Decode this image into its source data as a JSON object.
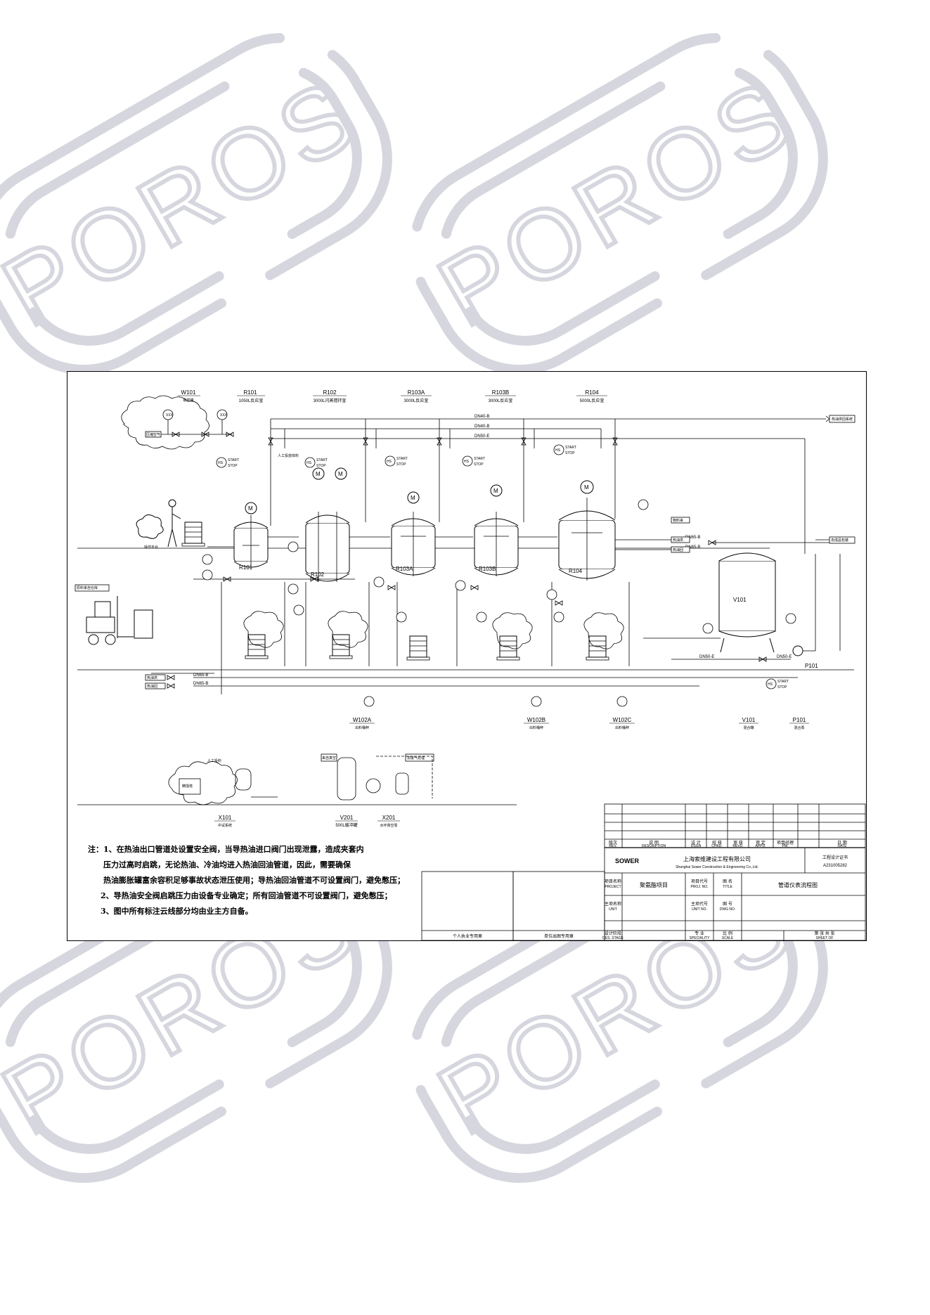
{
  "watermark": {
    "text": "POROS",
    "color": "#d2d2dc"
  },
  "equipment_headers": [
    {
      "tag": "W101",
      "desc": "取样桶"
    },
    {
      "tag": "R101",
      "desc": "1050L反应釜"
    },
    {
      "tag": "R102",
      "desc": "3000L闪蒸搅拌釜"
    },
    {
      "tag": "R103A",
      "desc": "3000L反应釜"
    },
    {
      "tag": "R103B",
      "desc": "3000L反应釜"
    },
    {
      "tag": "R104",
      "desc": "5000L反应釜"
    }
  ],
  "bottom_equipment": [
    {
      "tag": "W102A",
      "desc": "出料桶秤"
    },
    {
      "tag": "W102B",
      "desc": "出料桶秤"
    },
    {
      "tag": "W102C",
      "desc": "出料桶秤"
    },
    {
      "tag": "V101",
      "desc": "混合罐"
    },
    {
      "tag": "P101",
      "desc": "混合泵"
    }
  ],
  "lower_equipment": [
    {
      "tag": "X101",
      "desc": "中试系统"
    },
    {
      "tag": "V201",
      "desc": "500L缓冲罐"
    },
    {
      "tag": "X201",
      "desc": "水环真空泵"
    }
  ],
  "vessel_labels": [
    "R101",
    "R102",
    "R103A",
    "R103B",
    "R104",
    "V101",
    "P101"
  ],
  "pipe_labels": {
    "top1": "DN40-B",
    "top2": "DN40-B",
    "top3": "DN50-E",
    "right1": "DN65-B",
    "right2": "DN65-B",
    "bottom1": "DN65-B",
    "bottom2": "DN65-B",
    "p101_in": "DN50-E",
    "v101_in": "DN50-E"
  },
  "side_labels": {
    "top_right": "热油供回系统",
    "feed_left": "操作平台",
    "forklift": "原料来自仓库",
    "bottom_left_1": "热油供",
    "bottom_left_2": "热油回",
    "v101_feed": "物料来",
    "r104_out1": "热油供",
    "r104_out2": "热油回",
    "right_out": "去成品包装",
    "nitrogen": "压缩空气",
    "x101_box": "精馏塔",
    "x101_manual": "人工投料",
    "v201_box": "来自真空",
    "x201_box": "去废气处理",
    "manual_feed": "人工投放体料"
  },
  "instruments": {
    "start": "START",
    "stop": "STOP",
    "hs": "HS",
    "motor": "M",
    "xxx": "XXX"
  },
  "notes": [
    "注：1、在热油出口管道处设置安全阀，当导热油进口阀门出现泄露，造成夹套内",
    "压力过高时启跳，无论热油、冷油均进入热油回油管道，因此，需要确保",
    "热油膨胀罐富余容积足够事故状态泄压使用；导热油回油管道不可设置阀门，避免憋压；",
    "2、导热油安全阀启跳压力由设备专业确定；所有回油管道不可设置阀门，避免憋压；",
    "3、图中所有标注云线部分均由业主方自备。"
  ],
  "title_block": {
    "rev_headers": [
      {
        "cn": "版次",
        "en": "REV."
      },
      {
        "cn": "说        明",
        "en": "DESCRIPTION"
      },
      {
        "cn": "设 计",
        "en": "DSGN"
      },
      {
        "cn": "校 核",
        "en": "CHKD."
      },
      {
        "cn": "审 核",
        "en": "REVD."
      },
      {
        "cn": "审 定",
        "en": "APPD."
      },
      {
        "cn": "项目经理",
        "en": "PM."
      },
      {
        "cn": "日 期",
        "en": "DATE"
      }
    ],
    "company_logo": "SOWER",
    "company_cn": "上海索维建设工程有限公司",
    "company_en": "Shanghai Sower Construction & Engineering Co.,Ltd.",
    "cert_label": "工程设计证书",
    "cert_no": "A231005282",
    "project_label": "项目名称",
    "project_label_en": "PROJECT",
    "project_value": "聚氨酯项目",
    "project_code_label": "项目代号",
    "project_code_en": "PROJ. NO.",
    "drawing_name_label": "图  名",
    "drawing_name_en": "TITLE",
    "drawing_name_value": "管道仪表流程图",
    "unit_label": "主项名称",
    "unit_label_en": "UNIT",
    "unit_code_label": "主项代号",
    "unit_code_en": "UNIT NO.",
    "drawing_no_label": "图  号",
    "drawing_no_en": "DWG NO.",
    "stage_label": "设计阶段",
    "stage_en": "DES. STAGE",
    "speciality_label": "专  业",
    "speciality_en": "SPECIALITY",
    "scale_label": "比  例",
    "scale_en": "SCALE",
    "sheet_label": "第  张  共  张",
    "sheet_en": "SHEET    OF",
    "personal_seal": "个人执业专用章",
    "unit_seal": "单位出图专用章"
  }
}
